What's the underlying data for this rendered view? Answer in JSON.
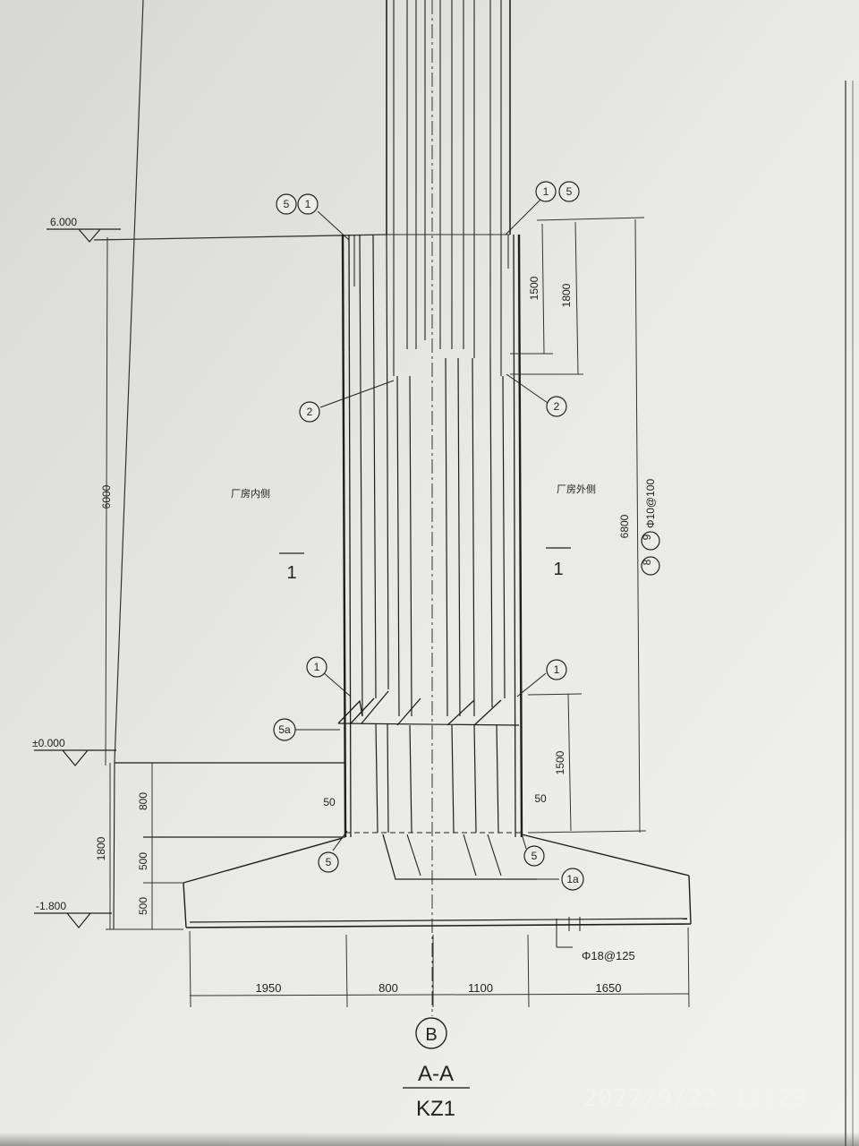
{
  "elevations": {
    "top": "6.000",
    "ground": "±0.000",
    "bottom": "-1.800"
  },
  "dimensions": {
    "total_height": "6000",
    "rebar_extension": "6800",
    "lap_outer": "1800",
    "lap_inner": "1500",
    "lower_lap": "1500",
    "foundation_depth": "1800",
    "foundation_top": "800",
    "foundation_mid": "500",
    "foundation_base": "500",
    "cover_left": "50",
    "cover_right": "50",
    "bottom_spans": [
      "1950",
      "800",
      "1100",
      "1650"
    ]
  },
  "labels": {
    "inner_side": "厂房内侧",
    "outer_side": "厂房外侧",
    "section_mark_left": "1",
    "section_mark_right": "1",
    "stirrup_spec": "Φ10@100",
    "bottom_rebar_spec": "Φ18@125",
    "axis": "B",
    "section_title": "A-A",
    "section_subtitle": "KZ1"
  },
  "bubbles": {
    "top_left": [
      "5",
      "1"
    ],
    "top_right": [
      "1",
      "5"
    ],
    "mid_left": "2",
    "mid_right": "2",
    "low_left": "1",
    "low_right": "1",
    "bend": "5a",
    "base_left": "5",
    "base_right": "5",
    "footing": "1a",
    "stirrups": [
      "8",
      "9"
    ]
  },
  "timestamp": "2022/9/22 13:23"
}
